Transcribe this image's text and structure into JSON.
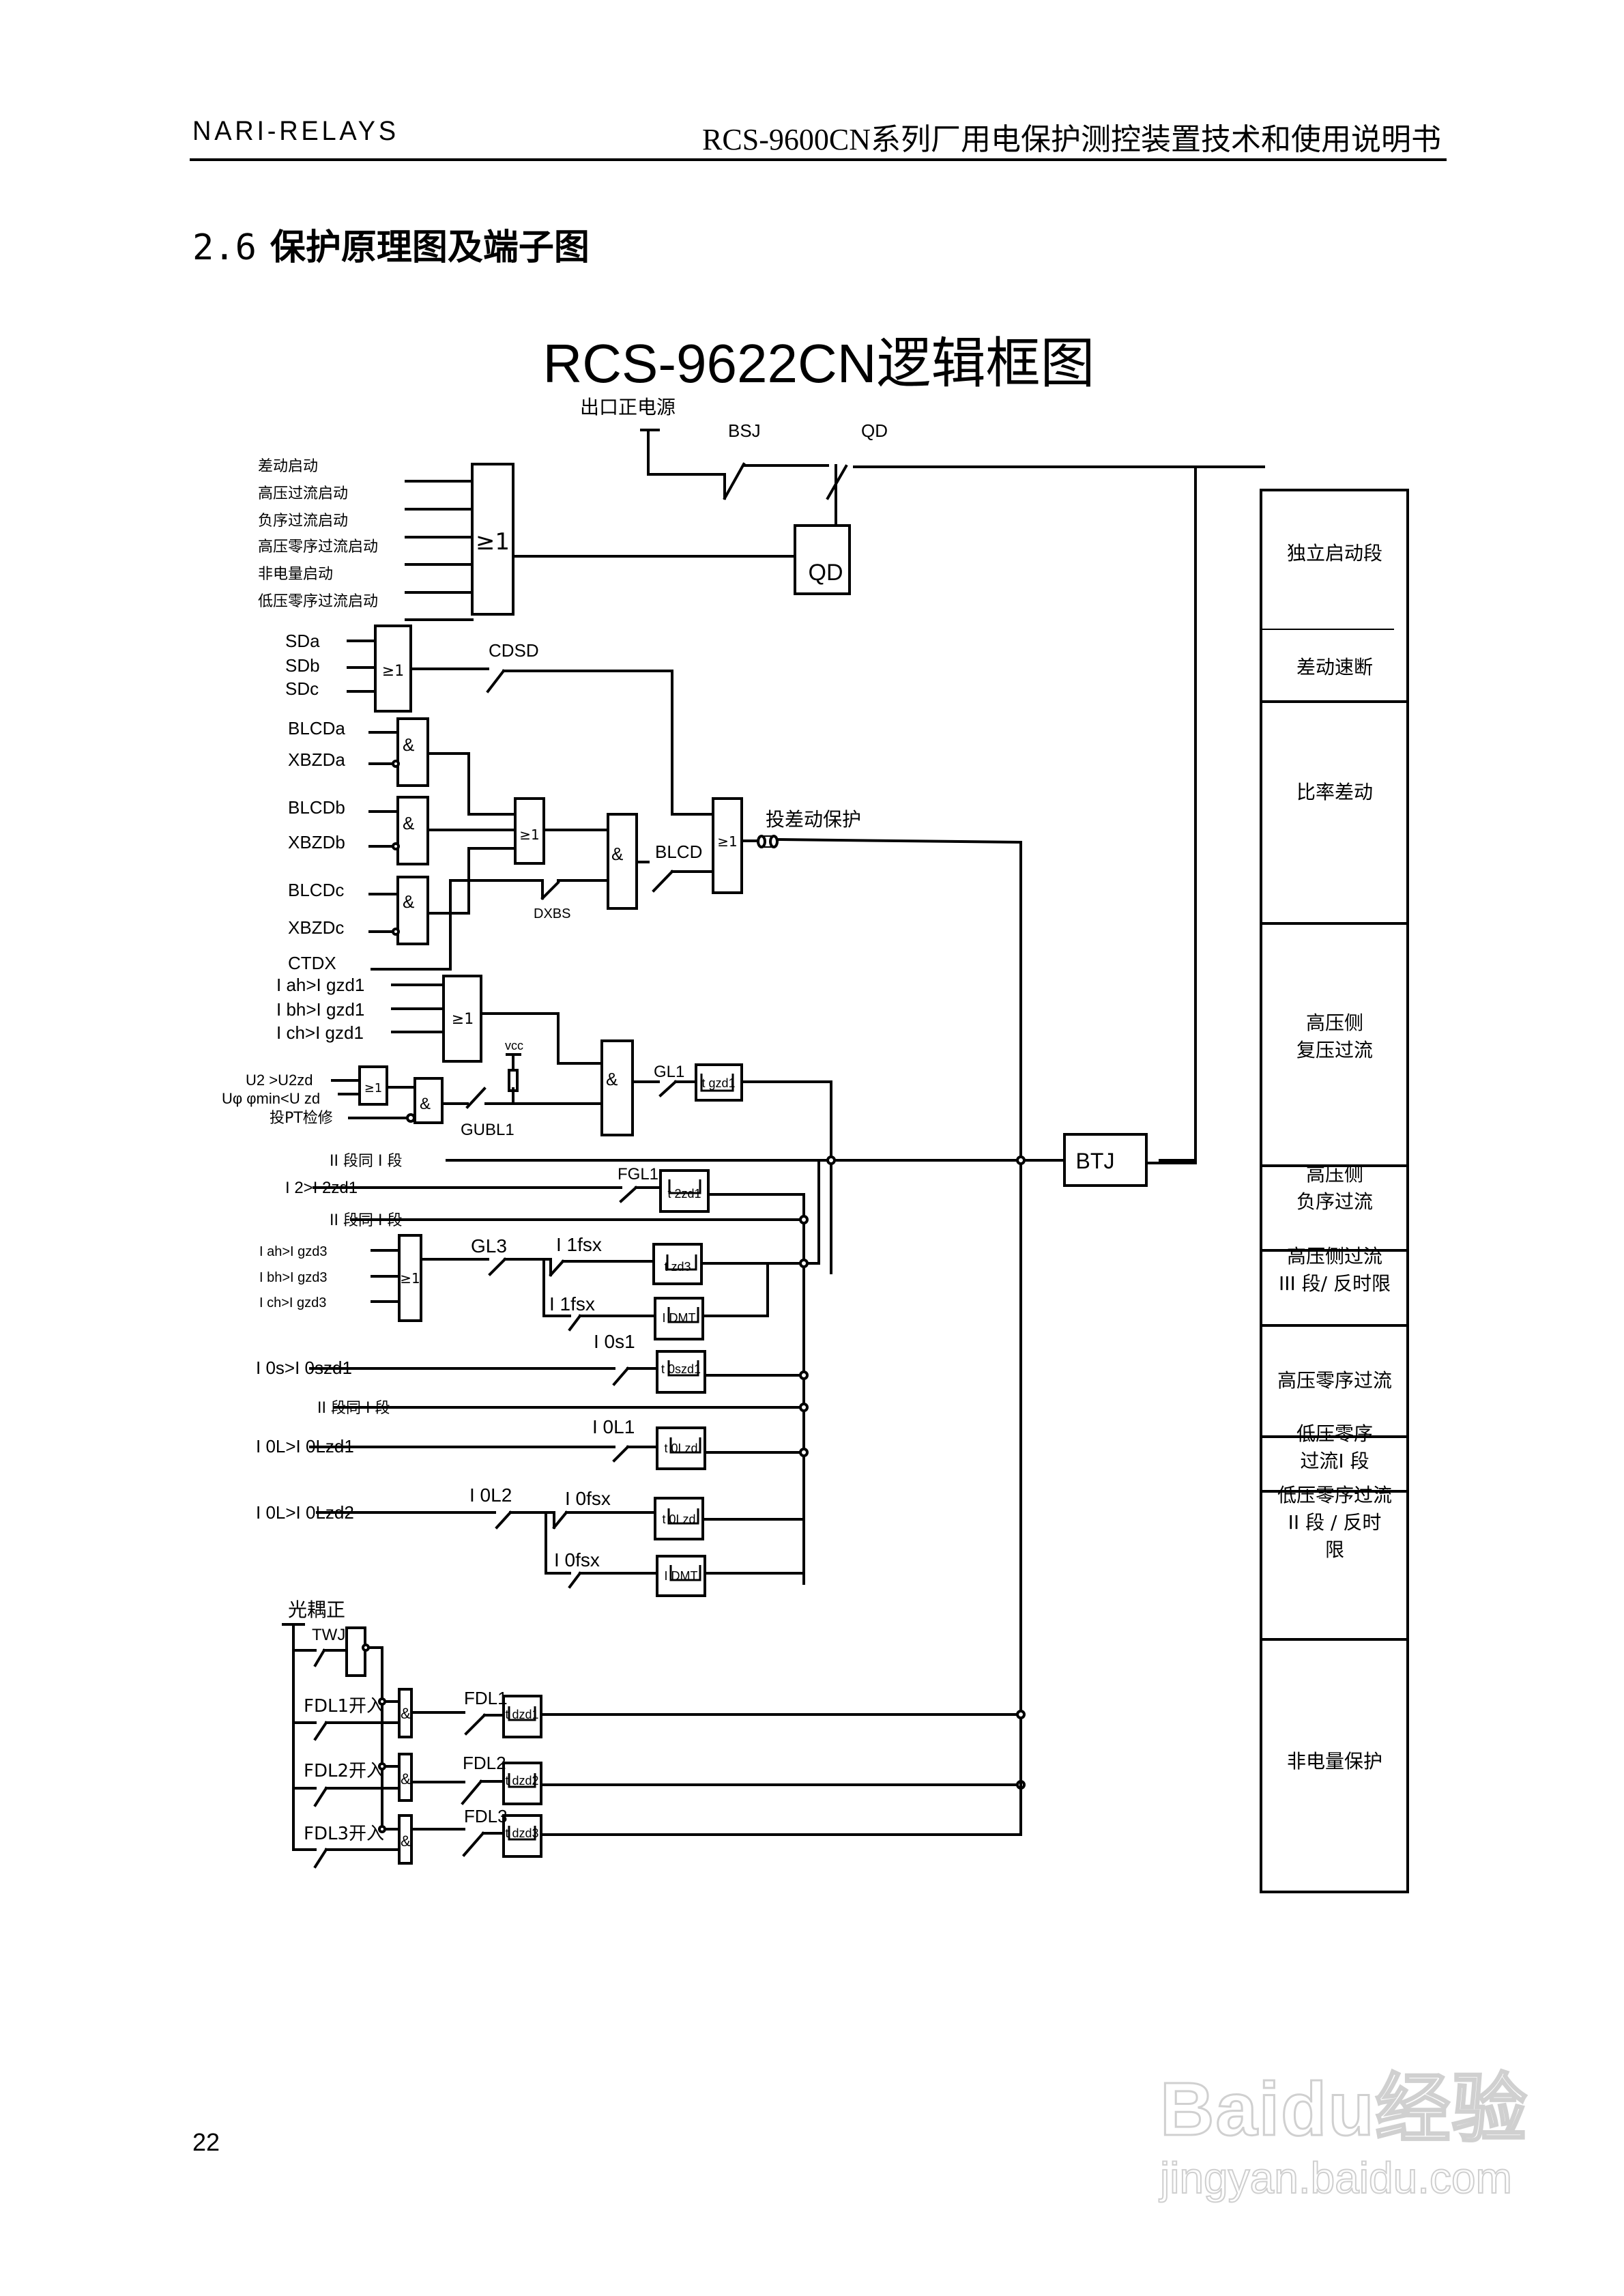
{
  "header": {
    "brand": "NARI-RELAYS",
    "doc_title": "RCS-9600CN系列厂用电保护测控装置技术和使用说明书"
  },
  "section": {
    "number": "2.6",
    "title": "保护原理图及端子图"
  },
  "diagram": {
    "title": "RCS-9622CN逻辑框图",
    "power": {
      "label": "出口正电源",
      "contact_bsj": "BSJ",
      "contact_qd": "QD",
      "qd_block": "QD"
    },
    "start_inputs": [
      "差动启动",
      "高压过流启动",
      "负序过流启动",
      "高压零序过流启动",
      "非电量启动",
      "低压零序过流启动"
    ],
    "or_symbol": "≥1",
    "and_symbol": "&",
    "sd_inputs": [
      "SDa",
      "SDb",
      "SDc"
    ],
    "cdsd": "CDSD",
    "blcd_inputs": [
      {
        "a": "BLCDa",
        "b": "XBZDa"
      },
      {
        "a": "BLCDb",
        "b": "XBZDb"
      },
      {
        "a": "BLCDc",
        "b": "XBZDc"
      }
    ],
    "ctdx": "CTDX",
    "dxbs": "DXBS",
    "blcd": "BLCD",
    "diff_enable": "投差动保护",
    "gzd1_inputs": [
      "I ah>I gzd1",
      "I bh>I gzd1",
      "I ch>I gzd1"
    ],
    "volt_inputs": [
      "U2 >U2zd",
      "Uφ φmin<U zd",
      "投PT检修"
    ],
    "vcc": "vcc",
    "gubl1": "GUBL1",
    "gl1": "GL1",
    "tgzd1": "t gzd1",
    "stage2_same": "II 段同 I 段",
    "i2_input": "I 2>I 2zd1",
    "fgl1": "FGL1",
    "t2zd1": "t 2zd1",
    "gzd3_inputs": [
      "I ah>I gzd3",
      "I bh>I gzd3",
      "I ch>I gzd3"
    ],
    "gl3": "GL3",
    "i1fsx": "I 1fsx",
    "tzd3": "t zd3",
    "idmt": "I DMT",
    "i0s1": "I 0s1",
    "i0s_input": "I 0s>I 0szd1",
    "t0szd1": "t 0szd1",
    "i0l1": "I 0L1",
    "i0l_input1": "I 0L>I 0Lzd1",
    "t0lzd": "t 0Lzd",
    "i0l2": "I 0L2",
    "i0l_input2": "I 0L>I 0Lzd2",
    "i0fsx": "I 0fsx",
    "opto": "光耦正",
    "twj": "TWJ",
    "fdl_inputs": [
      "FDL1开入",
      "FDL2开入",
      "FDL3开入"
    ],
    "fdl_contacts": [
      "FDL1",
      "FDL2",
      "FDL3"
    ],
    "fdl_timers": [
      "t dzd1",
      "t dzd2",
      "t dzd3"
    ],
    "btj": "BTJ",
    "right_column": [
      "独立启动段",
      "差动速断",
      "比率差动",
      "高压侧\n复压过流",
      "高压侧\n负序过流",
      "高压侧过流\nIII 段/ 反时限",
      "高压零序过流",
      "低压零序\n过流I 段",
      "低压零序过流\nII 段 / 反时\n限",
      "非电量保护"
    ]
  },
  "footer": {
    "page_number": "22"
  },
  "watermark": {
    "logo": "Baidu经验",
    "url": "jingyan.baidu.com"
  }
}
